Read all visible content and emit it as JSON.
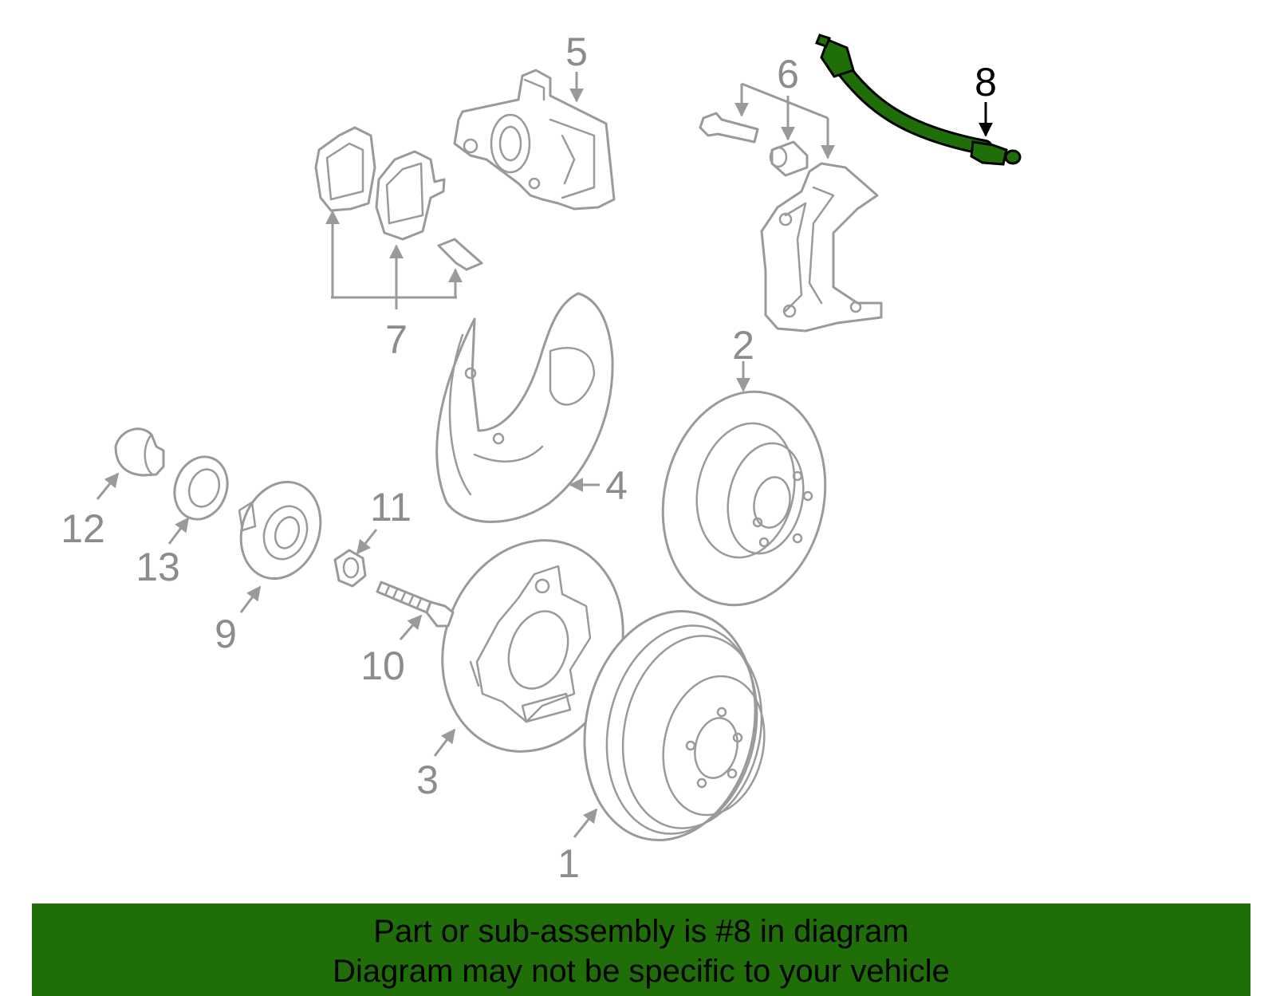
{
  "diagram": {
    "highlight_color": "#1f6e08",
    "callouts": {
      "c1": "1",
      "c2": "2",
      "c3": "3",
      "c4": "4",
      "c5": "5",
      "c6": "6",
      "c7": "7",
      "c8": "8",
      "c9": "9",
      "c10": "10",
      "c11": "11",
      "c12": "12",
      "c13": "13"
    },
    "highlighted_callout": "8"
  },
  "banner": {
    "line1": "Part or sub-assembly is #8 in diagram",
    "line2": "Diagram may not be specific to your vehicle",
    "background_color": "#1f6e08"
  }
}
